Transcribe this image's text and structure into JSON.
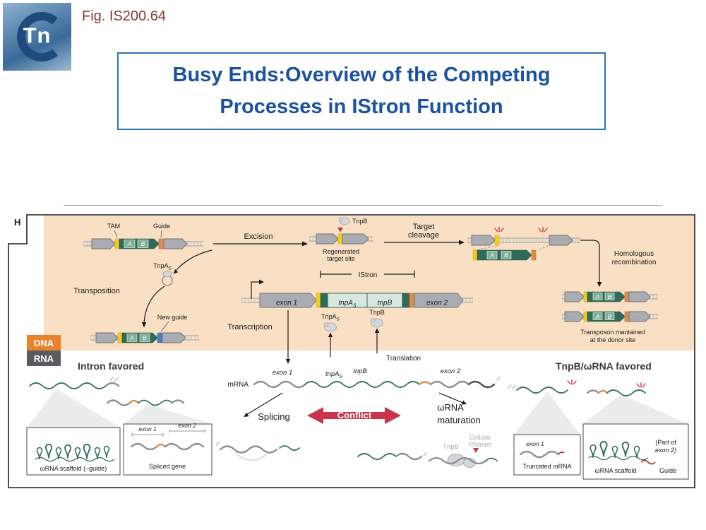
{
  "header": {
    "logo_text": "Tn",
    "fig_label": "Fig. IS200.64"
  },
  "title": {
    "line1": "Busy Ends:Overview of the Competing",
    "line2": "Processes in IStron Function"
  },
  "colors": {
    "dna_badge": "#E8832B",
    "rna_badge": "#595B5E",
    "conflict_red": "#C9344A",
    "title_blue": "#1B52A0",
    "dna_section_bg": "#F9DFC4"
  },
  "fig": {
    "panel_letter": "H",
    "dna": "DNA",
    "rna": "RNA",
    "tam": "TAM",
    "guide": "Guide",
    "excision": "Excision",
    "tnpb": "TnpB",
    "tnpa": "TnpA",
    "sub_s": "S",
    "regenerated1": "Regenerated",
    "regenerated2": "target site",
    "cleavage1": "Target",
    "cleavage2": "cleavage",
    "homologous1": "Homologous",
    "homologous2": "recombination",
    "transposition": "Transposition",
    "new_guide": "New guide",
    "istron": "IStron",
    "exon1": "exon 1",
    "exon2": "exon 2",
    "tnpa_gene": "tnpA",
    "tnpb_gene": "tnpB",
    "a": "A",
    "b": "B",
    "transcription": "Transcription",
    "translation": "Translation",
    "maintained1": "Transposon mantained",
    "maintained2": "at the donor site",
    "intron_favored": "Intron favored",
    "tnpb_favored": "TnpB/ωRNA favored",
    "mrna": "mRNA",
    "splicing": "Splicing",
    "conflict": "Conflict",
    "omega1": "ωRNA",
    "omega2": "maturation",
    "cellular1": "Cellular",
    "cellular2": "RNases",
    "box_scaffold_left": "ωRNA scaffold (–guide)",
    "box_spliced": "Spliced gene",
    "box_truncated": "Truncated mRNA",
    "box_scaffold_right": "ωRNA scaffold",
    "part1": "(Part of",
    "part2": "exon 2)"
  }
}
